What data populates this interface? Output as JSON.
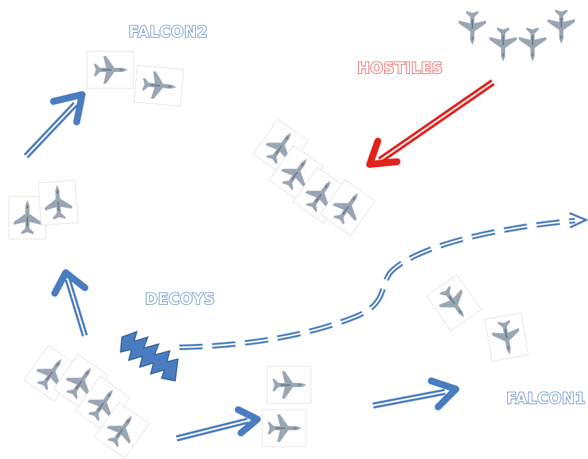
{
  "labels": {
    "falcon2": "FALCON2",
    "hostiles": "HOSTILES",
    "decoys": "DECOYS",
    "falcon1": "FALCON1"
  },
  "colors": {
    "friendly_arrow": "#4a7cc0",
    "hostile_arrow": "#e3221c",
    "decoy_zigzag": "#4a7cc0",
    "jet": "#9aa6b4"
  },
  "icons": [
    "fighter-jet-icon",
    "double-line-arrow",
    "zigzag-decoy-icon",
    "dashed-path-arrow"
  ]
}
